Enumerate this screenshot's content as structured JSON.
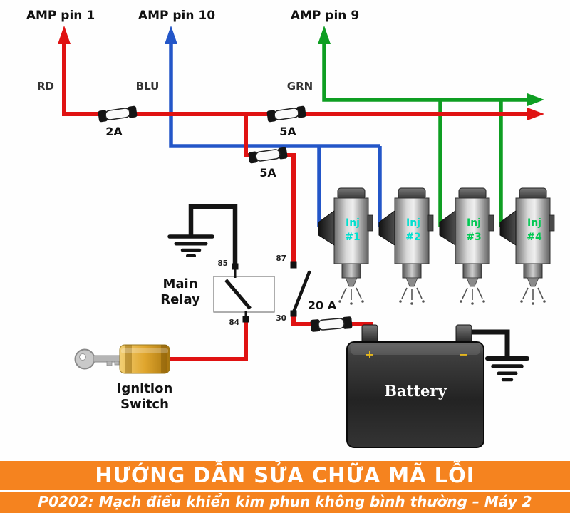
{
  "colors": {
    "red": "#e01212",
    "blue": "#2356c8",
    "green": "#0e9e22",
    "black": "#141414",
    "banner_bg": "#f5831f",
    "banner_text": "#ffffff"
  },
  "header_pins": [
    {
      "label": "AMP pin 1",
      "wire_code": "RD"
    },
    {
      "label": "AMP pin 10",
      "wire_code": "BLU"
    },
    {
      "label": "AMP pin 9",
      "wire_code": "GRN"
    }
  ],
  "fuses": {
    "fuse_2a": "2A",
    "fuse_5a_upper": "5A",
    "fuse_5a_lower": "5A",
    "fuse_20a": "20 A"
  },
  "relay": {
    "name_line1": "Main",
    "name_line2": "Relay",
    "pin_top_left": "85",
    "pin_top_right": "87",
    "pin_bottom_left": "84",
    "pin_bottom_right": "30"
  },
  "ignition_switch": {
    "name_line1": "Ignition",
    "name_line2": "Switch"
  },
  "battery": {
    "label": "Battery",
    "positive_mark": "+",
    "negative_mark": "−"
  },
  "injectors": [
    {
      "name": "Inj",
      "num": "#1",
      "color": "#00e0cf"
    },
    {
      "name": "Inj",
      "num": "#2",
      "color": "#00e0cf"
    },
    {
      "name": "Inj",
      "num": "#3",
      "color": "#00c852"
    },
    {
      "name": "Inj",
      "num": "#4",
      "color": "#00c852"
    }
  ],
  "banner": {
    "title": "HƯỚNG DẪN SỬA CHỮA MÃ LỖI",
    "subtitle": "P0202: Mạch điều khiển kim phun không bình thường – Máy 2"
  }
}
